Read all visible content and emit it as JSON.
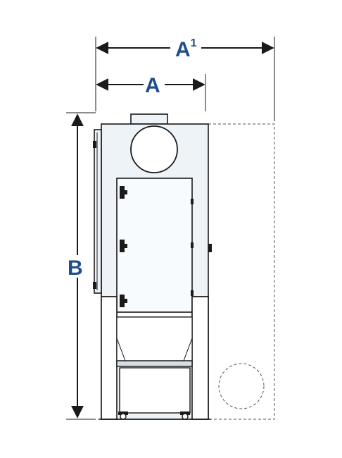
{
  "labels": {
    "width_outer": "A",
    "width_outer_sup": "1",
    "width_inner": "A",
    "height": "B"
  },
  "colors": {
    "label": "#1f4e8c",
    "line": "#1a1a1a",
    "body_fill": "#eef3f8",
    "dashed": "#555555"
  }
}
